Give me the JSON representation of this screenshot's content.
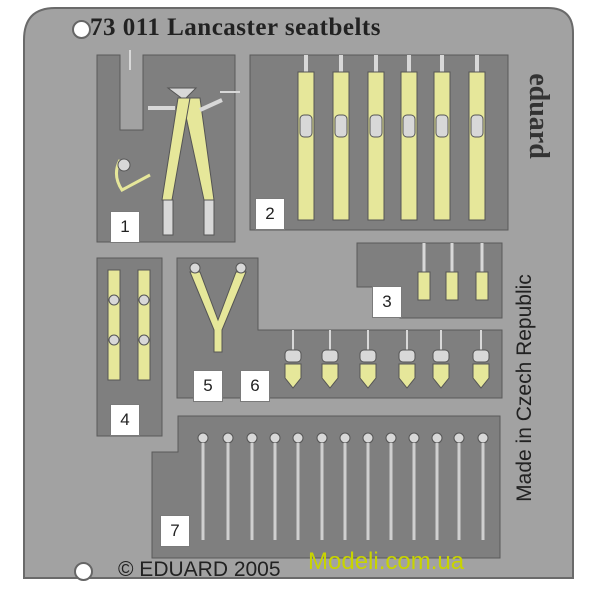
{
  "fret": {
    "title": "73 011  Lancaster seatbelts",
    "brand": "eduard",
    "origin": "Made in Czech Republic",
    "copyright": "© EDUARD 2005",
    "watermark": "Modeli.com.ua"
  },
  "parts": [
    {
      "number": "1"
    },
    {
      "number": "2"
    },
    {
      "number": "3"
    },
    {
      "number": "4"
    },
    {
      "number": "5"
    },
    {
      "number": "6"
    },
    {
      "number": "7"
    }
  ],
  "colors": {
    "fret": "#a2a2a2",
    "panel": "#7d7d7d",
    "belt": "#e6e79a",
    "buckle": "#d8d8d8",
    "watermark": "#c8d400"
  }
}
